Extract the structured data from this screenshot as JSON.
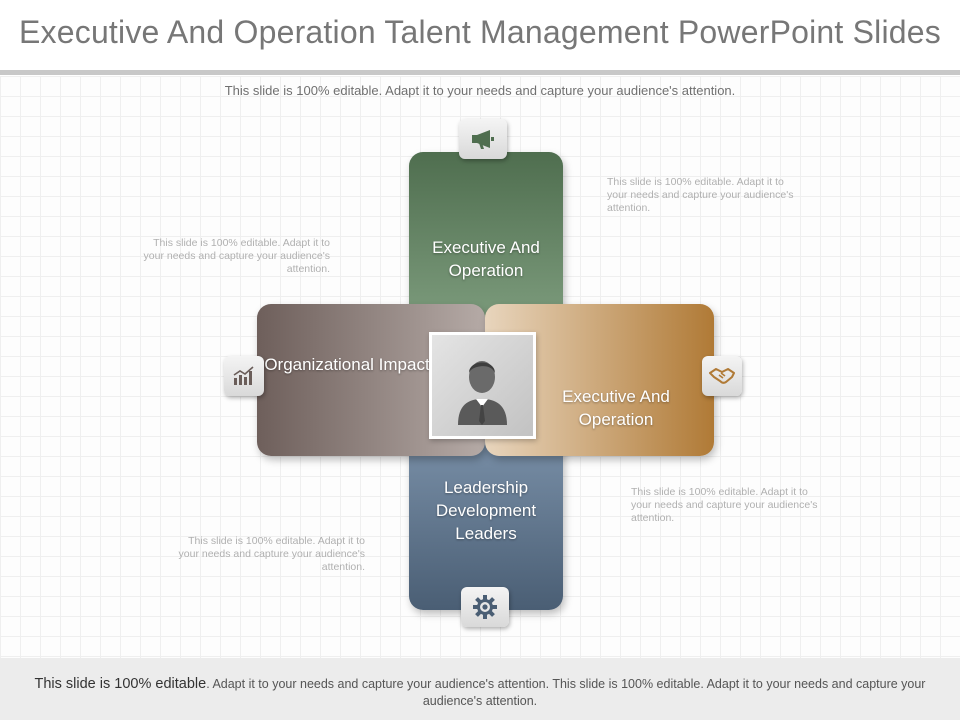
{
  "slide": {
    "title": "Executive And Operation Talent Management PowerPoint Slides",
    "subtitle": "This slide is 100% editable. Adapt it to your needs and capture your audience's attention."
  },
  "notes": {
    "top_right": "This slide is 100% editable. Adapt it to your needs and capture your audience's attention.",
    "top_left": "This slide is 100% editable. Adapt it to your needs and capture your audience's attention.",
    "bottom_right": "This slide is 100% editable. Adapt it to your needs and capture your audience's attention.",
    "bottom_left": "This slide is 100% editable. Adapt it to your needs and capture your audience's attention."
  },
  "tiles": {
    "top": {
      "label": "Executive And Operation",
      "icon": "megaphone-icon",
      "color": "#5e7d5e"
    },
    "left": {
      "label": "Organizational Impact",
      "icon": "bar-chart-icon",
      "color": "#8a7d79"
    },
    "right": {
      "label": "Executive And Operation",
      "icon": "handshake-icon",
      "color": "#c69a5c"
    },
    "bottom": {
      "label": "Leadership Development Leaders",
      "icon": "gear-icon",
      "color": "#5e7389"
    }
  },
  "center": {
    "icon": "businessman-icon"
  },
  "footer": {
    "lead": "This slide is 100% editable",
    "rest": ". Adapt it to your needs and capture your audience's attention. This slide is 100% editable. Adapt it to your needs and capture your audience's attention."
  }
}
